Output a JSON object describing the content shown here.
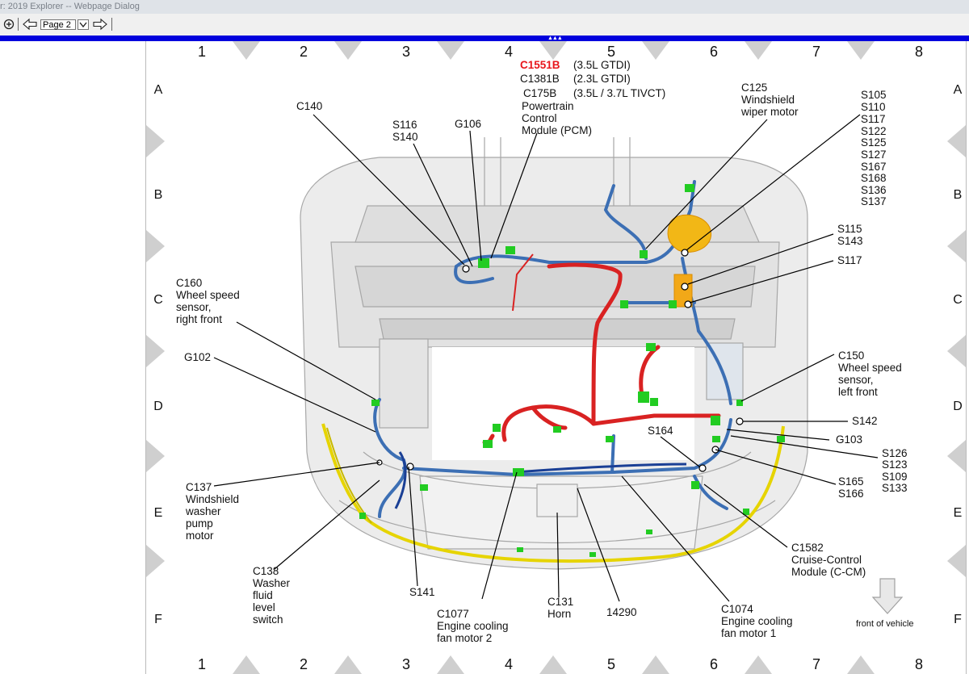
{
  "window": {
    "title": "r: 2019 Explorer -- Webpage Dialog"
  },
  "toolbar": {
    "add_icon": "plus-circle-icon",
    "back_icon": "arrow-left-icon",
    "page_value": "Page 2",
    "dropdown_icon": "chevron-down-icon",
    "forward_icon": "arrow-right-icon"
  },
  "grid": {
    "columns": [
      "1",
      "2",
      "3",
      "4",
      "5",
      "6",
      "7",
      "8"
    ],
    "rows": [
      "A",
      "B",
      "C",
      "D",
      "E",
      "F"
    ]
  },
  "pcm": {
    "c1551b": "C1551B",
    "c1551b_note": "(3.5L GTDI)",
    "c1381b": "C1381B",
    "c1381b_note": "(2.3L GTDI)",
    "c175b": "C175B",
    "c175b_note": "(3.5L / 3.7L TIVCT)",
    "desc1": "Powertrain",
    "desc2": "Control",
    "desc3": "Module (PCM)"
  },
  "labels": {
    "c140": "C140",
    "s116": "S116",
    "s140": "S140",
    "g106": "G106",
    "c125": "C125",
    "c125_d1": "Windshield",
    "c125_d2": "wiper motor",
    "splices_right": [
      "S105",
      "S110",
      "S117",
      "S122",
      "S125",
      "S127",
      "S167",
      "S168",
      "S136",
      "S137"
    ],
    "s115": "S115",
    "s143": "S143",
    "s117": "S117",
    "c160": "C160",
    "c160_d1": "Wheel speed",
    "c160_d2": "sensor,",
    "c160_d3": "right front",
    "g102": "G102",
    "c150": "C150",
    "c150_d1": "Wheel speed",
    "c150_d2": "sensor,",
    "c150_d3": "left front",
    "s142": "S142",
    "s164": "S164",
    "g103": "G103",
    "s126_group": [
      "S126",
      "S123",
      "S109",
      "S133"
    ],
    "s165": "S165",
    "s166": "S166",
    "c137": "C137",
    "c137_d1": "Windshield",
    "c137_d2": "washer",
    "c137_d3": "pump",
    "c137_d4": "motor",
    "c138": "C138",
    "c138_d1": "Washer",
    "c138_d2": "fluid",
    "c138_d3": "level",
    "c138_d4": "switch",
    "s141": "S141",
    "c1077": "C1077",
    "c1077_d1": "Engine cooling",
    "c1077_d2": "fan motor 2",
    "c131": "C131",
    "c131_d1": "Horn",
    "n14290": "14290",
    "c1074": "C1074",
    "c1074_d1": "Engine cooling",
    "c1074_d2": "fan motor 1",
    "c1582": "C1582",
    "c1582_d1": "Cruise-Control",
    "c1582_d2": "Module (C-CM)",
    "front": "front of vehicle"
  },
  "colors": {
    "highlight": "#e8161b",
    "harness_blue": "#3c6fb4",
    "harness_red": "#d92222",
    "harness_yellow": "#e6d400",
    "connector_green": "#22cc22",
    "toolbar_bar": "#0000dd"
  }
}
